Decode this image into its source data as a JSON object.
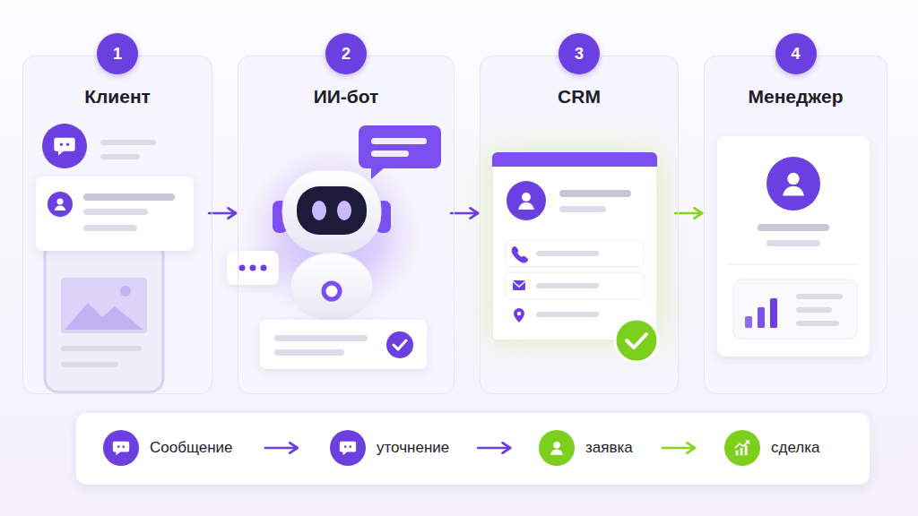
{
  "diagram": {
    "nodes": [
      {
        "text": [
          "Клиент"
        ]
      },
      {
        "text": [
          "1"
        ],
        "in": 0
      },
      {
        "text": [
          "ИИ-бот"
        ]
      },
      {
        "text": [
          "2"
        ],
        "in": 2
      },
      {
        "text": [
          "CRM"
        ]
      },
      {
        "text": [
          "3"
        ],
        "in": 4
      },
      {
        "text": [
          "Менеджер"
        ]
      },
      {
        "text": [
          "4"
        ],
        "in": 6
      },
      {
        "text": [
          "Сообщение"
        ]
      },
      {
        "text": [
          "уточнение"
        ]
      },
      {
        "text": [
          "заявка"
        ]
      },
      {
        "text": [
          "сделка"
        ]
      }
    ],
    "edges": [
      {
        "from": 0,
        "to": 2,
        "arrow": "to"
      },
      {
        "from": 2,
        "to": 4,
        "arrow": "to"
      },
      {
        "from": 4,
        "to": 6,
        "arrow": "to"
      },
      {
        "from": 8,
        "to": 9,
        "arrow": "to"
      },
      {
        "from": 9,
        "to": 10,
        "arrow": "to"
      },
      {
        "from": 10,
        "to": 11,
        "arrow": "to"
      }
    ]
  }
}
